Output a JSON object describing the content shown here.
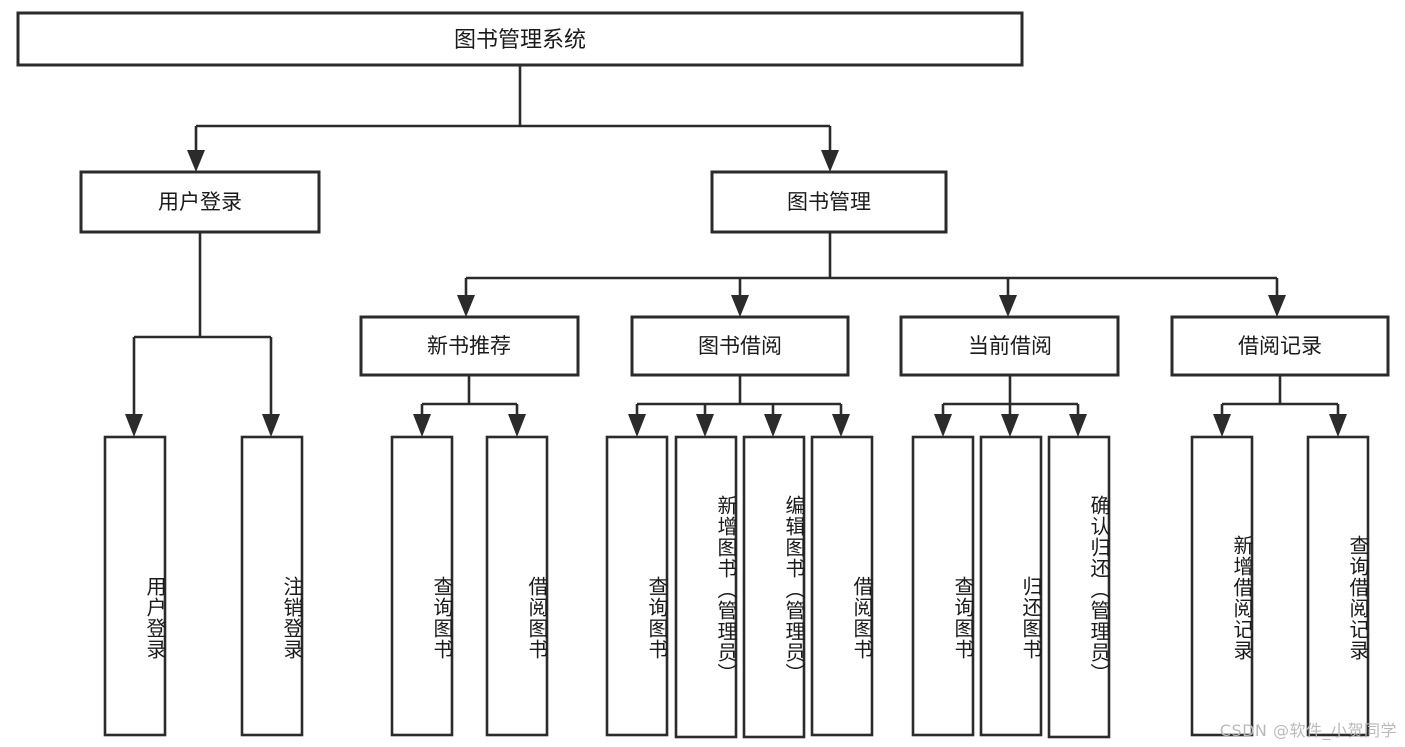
{
  "diagram": {
    "type": "tree-hierarchy",
    "title": "图书管理系统",
    "root": {
      "label": "图书管理系统",
      "children": [
        {
          "label": "用户登录",
          "children": [
            {
              "label": "用户登录"
            },
            {
              "label": "注销登录"
            }
          ]
        },
        {
          "label": "图书管理",
          "children": [
            {
              "label": "新书推荐",
              "children": [
                {
                  "label": "查询图书"
                },
                {
                  "label": "借阅图书"
                }
              ]
            },
            {
              "label": "图书借阅",
              "children": [
                {
                  "label": "查询图书"
                },
                {
                  "label": "新增图书（管理员）"
                },
                {
                  "label": "编辑图书（管理员）"
                },
                {
                  "label": "借阅图书"
                }
              ]
            },
            {
              "label": "当前借阅",
              "children": [
                {
                  "label": "查询图书"
                },
                {
                  "label": "归还图书"
                },
                {
                  "label": "确认归还（管理员）"
                }
              ]
            },
            {
              "label": "借阅记录",
              "children": [
                {
                  "label": "新增借阅记录"
                },
                {
                  "label": "查询借阅记录"
                }
              ]
            }
          ]
        }
      ]
    },
    "nodes": {
      "root": "图书管理系统",
      "user_login": "用户登录",
      "book_manage": "图书管理",
      "new_book_rec": "新书推荐",
      "book_borrow": "图书借阅",
      "current_borrow": "当前借阅",
      "borrow_record": "借阅记录",
      "leaf_user_login": "用户登录",
      "leaf_logout": "注销登录",
      "leaf_query_book_1": "查询图书",
      "leaf_borrow_book_1": "借阅图书",
      "leaf_query_book_2": "查询图书",
      "leaf_add_book": "新增图书（管理员）",
      "leaf_edit_book": "编辑图书（管理员）",
      "leaf_borrow_book_2": "借阅图书",
      "leaf_query_book_3": "查询图书",
      "leaf_return_book": "归还图书",
      "leaf_confirm_return": "确认归还（管理员）",
      "leaf_add_record": "新增借阅记录",
      "leaf_query_record": "查询借阅记录"
    },
    "colors": {
      "stroke": "#2b2b2b",
      "fill": "#ffffff",
      "text": "#1a1a1a",
      "watermark": "#b9b9b9"
    }
  },
  "watermark": {
    "text": "CSDN @软件_小贺同学"
  }
}
